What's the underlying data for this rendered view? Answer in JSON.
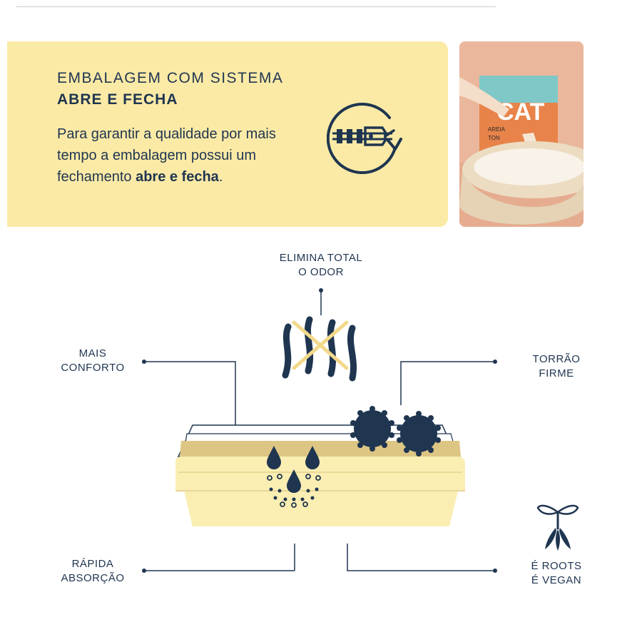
{
  "promo": {
    "heading_line1": "EMBALAGEM COM SISTEMA",
    "heading_line2": "ABRE E FECHA",
    "body_before": "Para garantir a qualidade por mais tempo a embalagem possui um fechamento ",
    "body_bold": "abre e fecha",
    "body_after": ".",
    "icon": "zipper-bag-icon"
  },
  "photo": {
    "package_text": "CAT",
    "subtext1": "AREIA",
    "subtext2": "TON"
  },
  "features": {
    "odor": {
      "line1": "ELIMINA TOTAL",
      "line2": "O ODOR"
    },
    "comfort": {
      "line1": "MAIS",
      "line2": "CONFORTO"
    },
    "clump": {
      "line1": "TORRÃO",
      "line2": "FIRME"
    },
    "absorption": {
      "line1": "RÁPIDA",
      "line2": "ABSORÇÃO"
    },
    "vegan": {
      "line1": "É ROOTS",
      "line2": "É VEGAN"
    }
  },
  "colors": {
    "navy": "#1f3550",
    "cream": "#fbeaa6",
    "tray": "#fbeeb2",
    "sand": "#ddc684"
  }
}
